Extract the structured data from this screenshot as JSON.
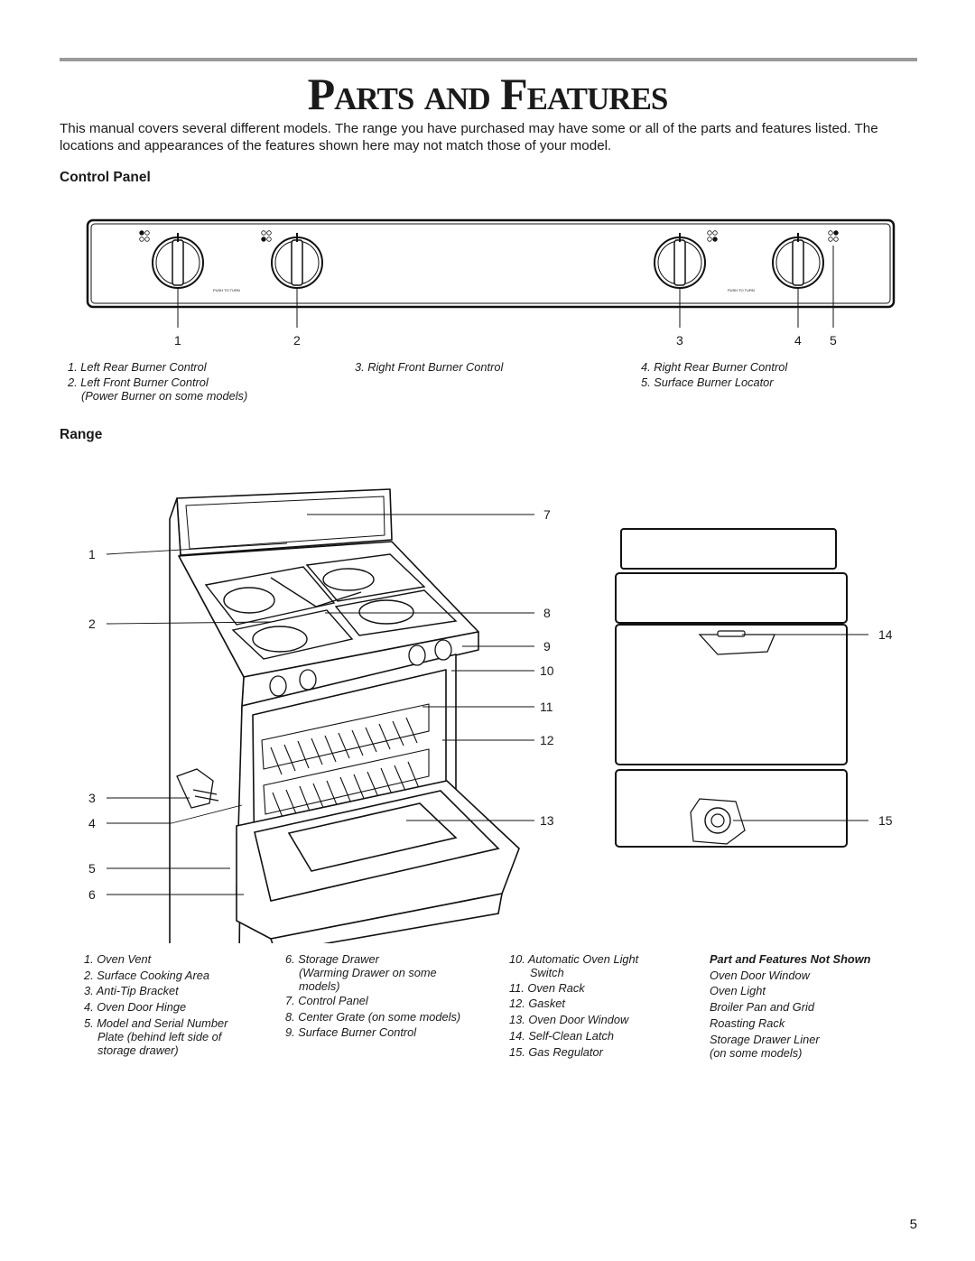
{
  "page": {
    "title": "Parts and Features",
    "intro": "This manual covers several different models. The range you have purchased may have some or all of the parts and features listed. The locations and appearances of the features shown here may not match those of your model.",
    "page_number": "5"
  },
  "control_panel": {
    "heading": "Control Panel",
    "push_to_turn": "PUSH TO TURN",
    "callouts": [
      "1",
      "2",
      "3",
      "4",
      "5"
    ],
    "legend": [
      "1. Left Rear Burner Control",
      "2. Left Front Burner Control",
      "(Power Burner on some models)",
      "3. Right Front Burner Control",
      "4. Right Rear Burner Control",
      "5. Surface Burner Locator"
    ]
  },
  "range": {
    "heading": "Range",
    "callouts": [
      "1",
      "2",
      "3",
      "4",
      "5",
      "6",
      "7",
      "8",
      "9",
      "10",
      "11",
      "12",
      "13",
      "14",
      "15"
    ],
    "legend_col1": [
      "1. Oven Vent",
      "2. Surface Cooking Area",
      "3. Anti-Tip Bracket",
      "4. Oven Door Hinge",
      "5. Model and Serial Number",
      "Plate (behind left side of",
      "storage drawer)"
    ],
    "legend_col2": [
      "6. Storage Drawer",
      "(Warming Drawer on some",
      "models)",
      "7. Control Panel",
      "8. Center Grate (on some models)",
      "9. Surface Burner Control"
    ],
    "legend_col3": [
      "10. Automatic Oven Light",
      "Switch",
      "11. Oven Rack",
      "12. Gasket",
      "13. Oven Door Window",
      "14. Self-Clean Latch",
      "15. Gas Regulator"
    ],
    "not_shown_heading": "Part and Features Not Shown",
    "not_shown": [
      "Oven Door Window",
      "Oven Light",
      "Broiler Pan and Grid",
      "Roasting Rack",
      "Storage Drawer Liner",
      "(on some models)"
    ]
  }
}
